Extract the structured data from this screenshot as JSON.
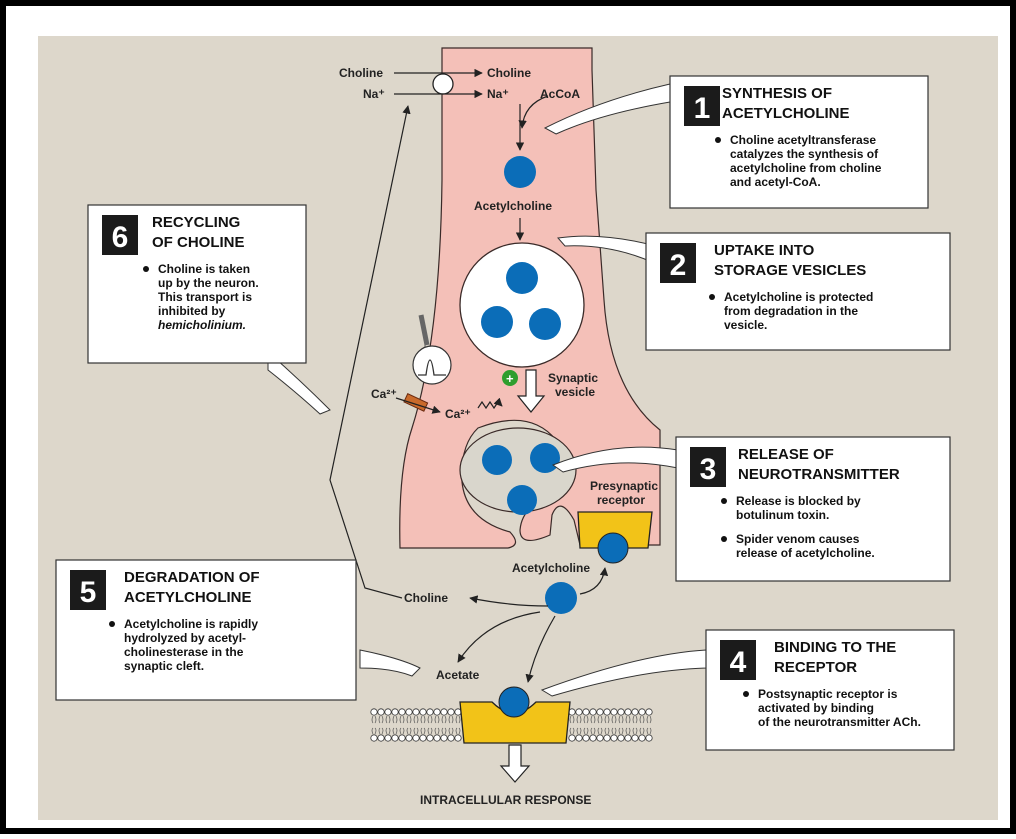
{
  "colors": {
    "background": "#ddd7cb",
    "neuron": "#f4c0b8",
    "molecule": "#0b6db8",
    "receptor": "#f2c318",
    "callout": "#ffffff",
    "number_box": "#1b1b1b",
    "frame": "#000000"
  },
  "labels": {
    "choline_out": "Choline",
    "na_out": "Na⁺",
    "choline_in": "Choline",
    "na_in": "Na⁺",
    "accoa": "AcCoA",
    "ach_top": "Acetylcholine",
    "ca_out": "Ca²⁺",
    "ca_in": "Ca²⁺",
    "syn_vesicle_1": "Synaptic",
    "syn_vesicle_2": "vesicle",
    "pre_receptor_1": "Presynaptic",
    "pre_receptor_2": "receptor",
    "ach_cleft": "Acetylcholine",
    "choline_cleft": "Choline",
    "acetate": "Acetate",
    "intracellular": "INTRACELLULAR RESPONSE",
    "plus_sign": "+"
  },
  "icons": {
    "transporter": "circle-transporter-icon",
    "action_potential": "action-potential-icon",
    "calcium_channel": "calcium-channel-icon",
    "plus": "plus-icon"
  },
  "steps": [
    {
      "num": "1",
      "title1": "SYNTHESIS OF",
      "title2": "ACETYLCHOLINE",
      "b1": [
        "Choline acetyltransferase",
        "catalyzes the synthesis of",
        "acetylcholine from choline",
        "and acetyl-CoA."
      ]
    },
    {
      "num": "2",
      "title1": "UPTAKE INTO",
      "title2": "STORAGE VESICLES",
      "b1": [
        "Acetylcholine is protected",
        "from degradation in the",
        "vesicle."
      ]
    },
    {
      "num": "3",
      "title1": "RELEASE OF",
      "title2": "NEUROTRANSMITTER",
      "b1": [
        "Release is blocked by",
        "botulinum toxin."
      ],
      "b2": [
        "Spider venom causes",
        "release of acetylcholine."
      ]
    },
    {
      "num": "4",
      "title1": "BINDING TO THE",
      "title2": "RECEPTOR",
      "b1": [
        "Postsynaptic receptor is",
        "activated by binding",
        "of the neurotransmitter ACh."
      ]
    },
    {
      "num": "5",
      "title1": "DEGRADATION OF",
      "title2": "ACETYLCHOLINE",
      "b1": [
        "Acetylcholine is rapidly",
        "hydrolyzed by acetyl-",
        "cholinesterase in the",
        "synaptic cleft."
      ]
    },
    {
      "num": "6",
      "title1": "RECYCLING",
      "title2": "OF CHOLINE",
      "b1": [
        "Choline is taken",
        "up by the neuron.",
        "This transport is",
        "inhibited by",
        "hemicholinium."
      ]
    }
  ]
}
